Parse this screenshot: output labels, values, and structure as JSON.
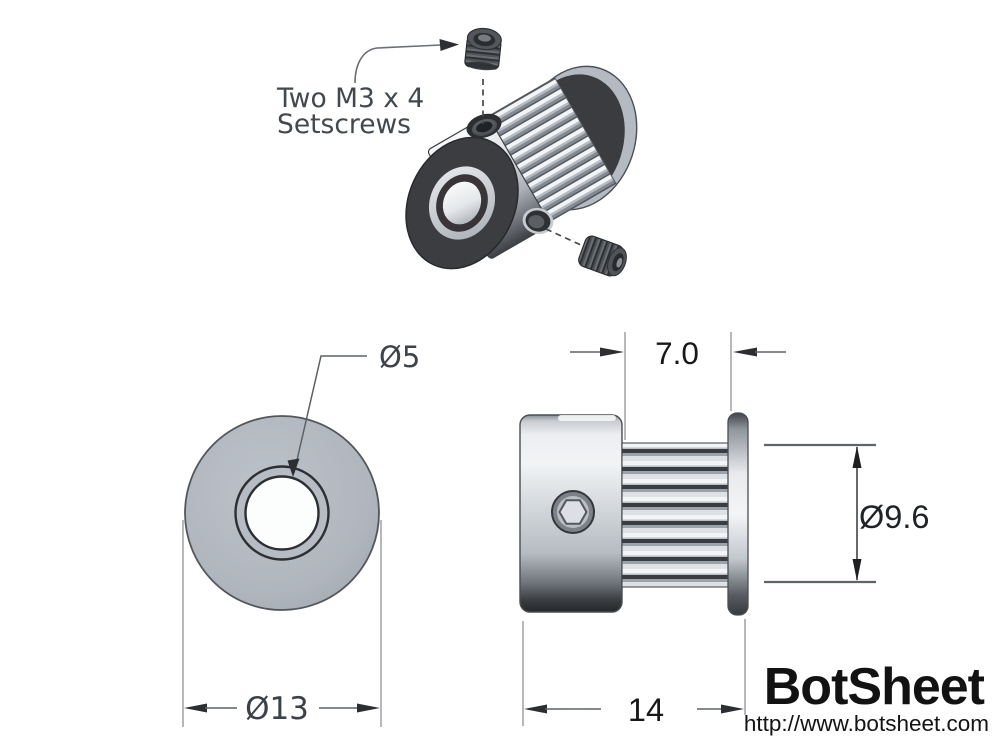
{
  "drawing": {
    "callout": {
      "line1": "Two M3 x 4",
      "line2": "Setscrews"
    },
    "front_view": {
      "bore_label": "Ø5",
      "outer_label": "Ø13"
    },
    "side_view": {
      "tooth_width_label": "7.0",
      "pitch_dia_label": "Ø9.6",
      "total_width_label": "14"
    }
  },
  "branding": {
    "name": "BotSheet",
    "url": "http://www.botsheet.com"
  },
  "colors": {
    "paper": "#ffffff",
    "metal_light": "#f2f4f6",
    "metal_mid": "#b6bcc3",
    "metal_dark": "#2c2e31",
    "face_dark": "#3b3d40",
    "line_gray": "#8f9398",
    "dim_text": "#17181a",
    "callout_text": "#43484e",
    "logo_text": "#121212"
  }
}
